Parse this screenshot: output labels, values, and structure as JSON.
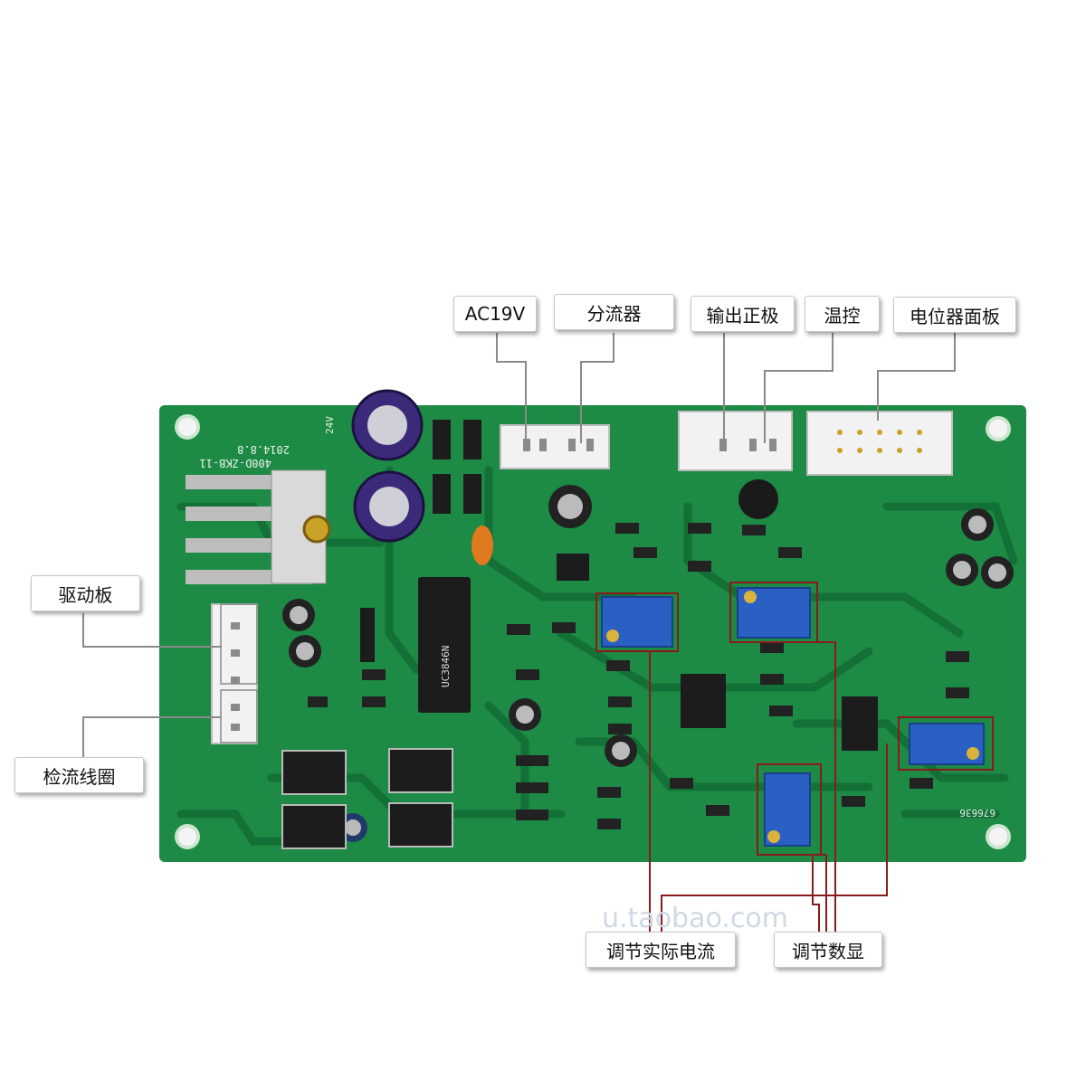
{
  "labels": {
    "ac19v": "AC19V",
    "shunt": "分流器",
    "output_positive": "输出正极",
    "temp_control": "温控",
    "potentiometer_panel": "电位器面板",
    "driver_board": "驱动板",
    "current_sensing_coil": "检流线圈",
    "adjust_actual_current": "调节实际电流",
    "adjust_display": "调节数显"
  },
  "board": {
    "model_text": "400D-ZKB-11",
    "date_text": "2014.8.8",
    "chip_text": "UC3846N",
    "serial_text": "676636",
    "voltage_text": "24V"
  },
  "watermark": "u.taobao.com",
  "colors": {
    "pcb": "#1d8a45",
    "pcb_dark": "#137036",
    "callout_line": "#8a8a8a",
    "highlight": "#8b1a1a",
    "potentiometer": "#2a5fc4"
  }
}
